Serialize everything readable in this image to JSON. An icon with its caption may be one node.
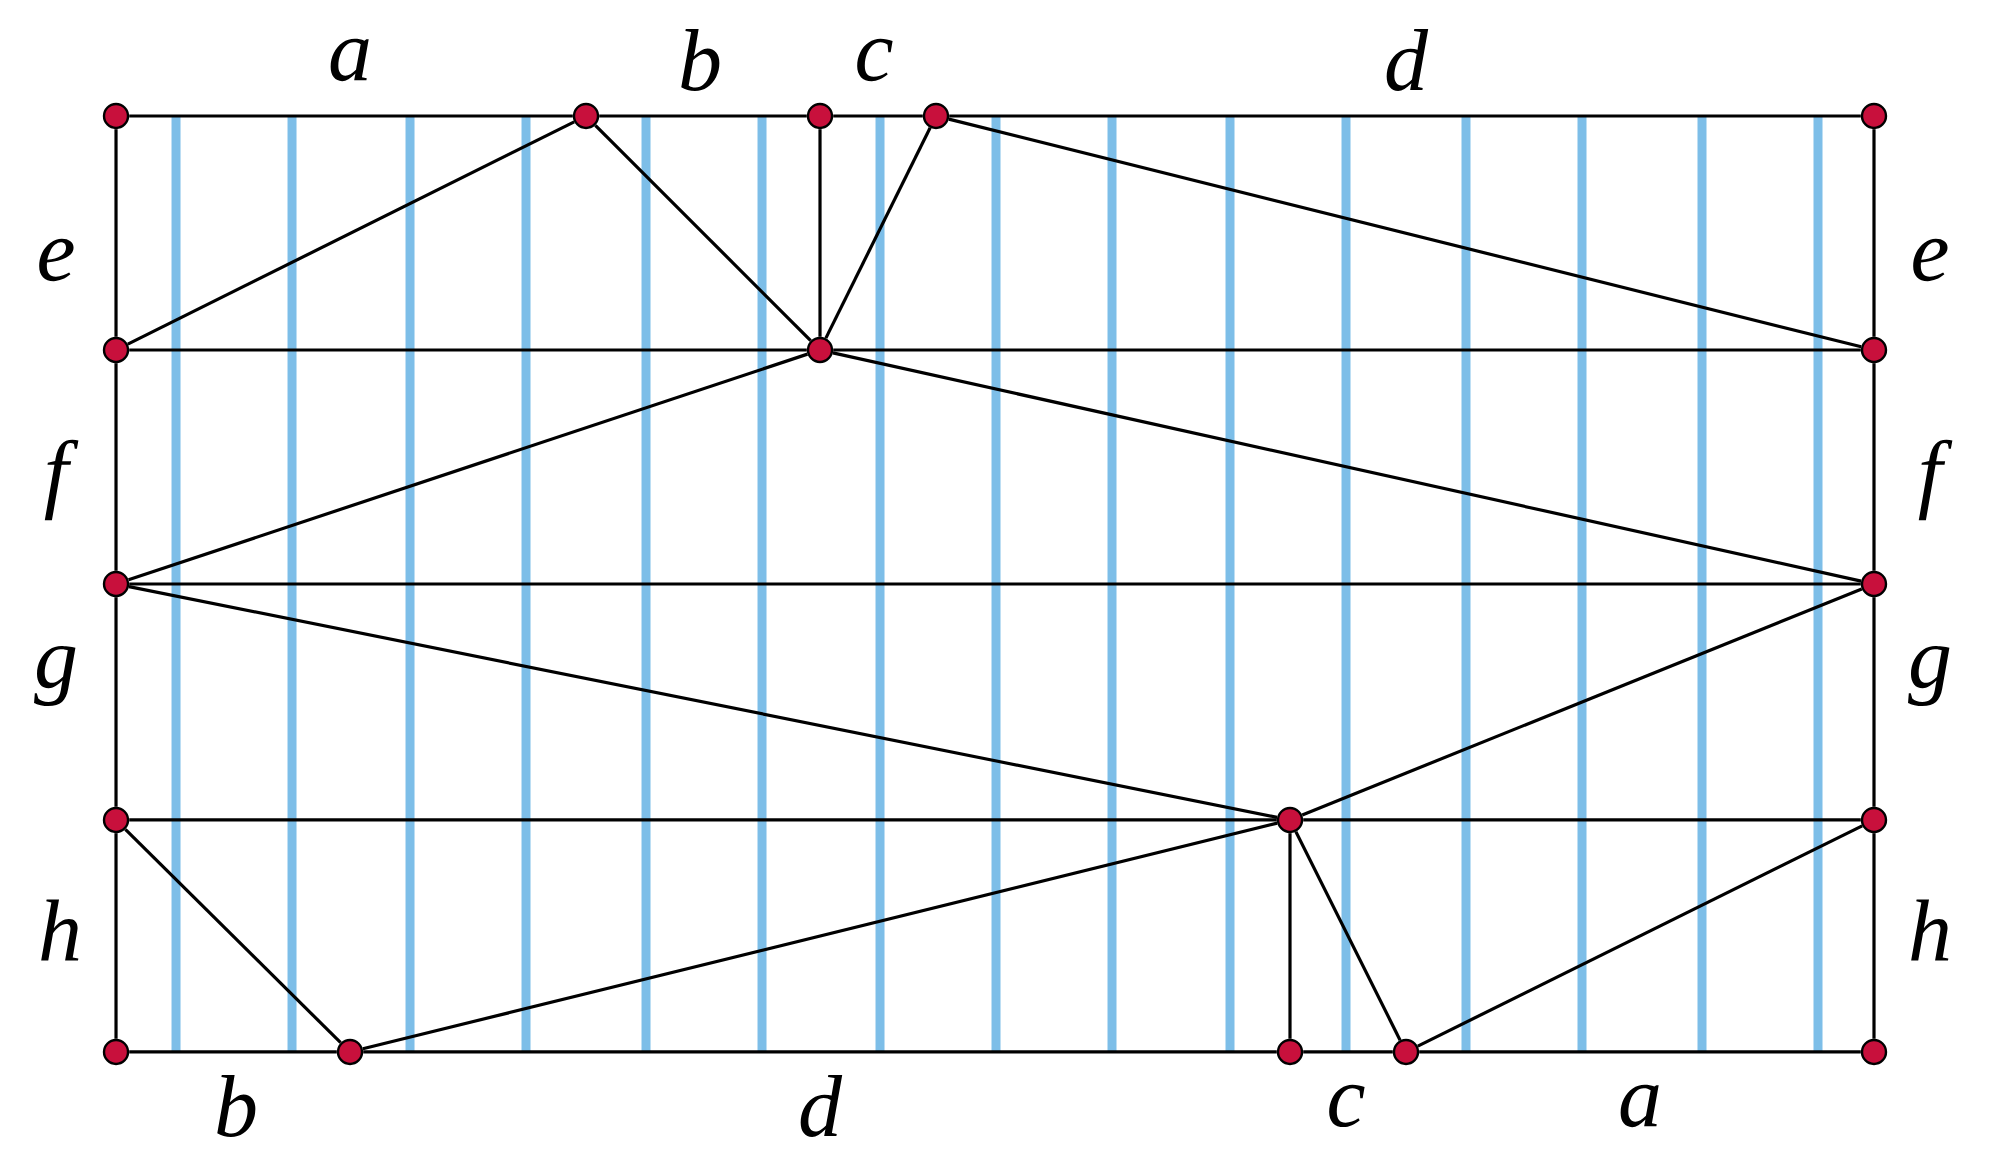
{
  "diagram": {
    "nodes": [
      {
        "text": [],
        "shape": "circle"
      },
      {
        "text": [],
        "shape": "circle"
      },
      {
        "text": [],
        "shape": "circle"
      },
      {
        "text": [],
        "shape": "circle"
      },
      {
        "text": [],
        "shape": "circle"
      },
      {
        "text": [],
        "shape": "circle"
      },
      {
        "text": [],
        "shape": "circle"
      },
      {
        "text": [],
        "shape": "circle"
      },
      {
        "text": [],
        "shape": "circle"
      },
      {
        "text": [],
        "shape": "circle"
      },
      {
        "text": [],
        "shape": "circle"
      },
      {
        "text": [],
        "shape": "circle"
      },
      {
        "text": [],
        "shape": "circle"
      },
      {
        "text": [],
        "shape": "circle"
      },
      {
        "text": [],
        "shape": "circle"
      },
      {
        "text": [],
        "shape": "circle"
      },
      {
        "text": [],
        "shape": "circle"
      },
      {
        "text": [],
        "shape": "circle"
      }
    ],
    "edges": [
      {
        "from": 0,
        "to": 1,
        "arrow": "none"
      },
      {
        "from": 1,
        "to": 2,
        "arrow": "none"
      },
      {
        "from": 2,
        "to": 3,
        "arrow": "none"
      },
      {
        "from": 3,
        "to": 4,
        "arrow": "none"
      },
      {
        "from": 13,
        "to": 14,
        "arrow": "none"
      },
      {
        "from": 14,
        "to": 15,
        "arrow": "none"
      },
      {
        "from": 15,
        "to": 16,
        "arrow": "none"
      },
      {
        "from": 16,
        "to": 17,
        "arrow": "none"
      },
      {
        "from": 0,
        "to": 5,
        "arrow": "none"
      },
      {
        "from": 5,
        "to": 8,
        "arrow": "none"
      },
      {
        "from": 8,
        "to": 10,
        "arrow": "none"
      },
      {
        "from": 10,
        "to": 13,
        "arrow": "none"
      },
      {
        "from": 4,
        "to": 7,
        "arrow": "none"
      },
      {
        "from": 7,
        "to": 9,
        "arrow": "none"
      },
      {
        "from": 9,
        "to": 12,
        "arrow": "none"
      },
      {
        "from": 12,
        "to": 17,
        "arrow": "none"
      },
      {
        "from": 5,
        "to": 6,
        "arrow": "none"
      },
      {
        "from": 6,
        "to": 7,
        "arrow": "none"
      },
      {
        "from": 8,
        "to": 9,
        "arrow": "none"
      },
      {
        "from": 10,
        "to": 11,
        "arrow": "none"
      },
      {
        "from": 11,
        "to": 12,
        "arrow": "none"
      },
      {
        "from": 5,
        "to": 1,
        "arrow": "none"
      },
      {
        "from": 1,
        "to": 6,
        "arrow": "none"
      },
      {
        "from": 2,
        "to": 6,
        "arrow": "none"
      },
      {
        "from": 3,
        "to": 6,
        "arrow": "none"
      },
      {
        "from": 3,
        "to": 7,
        "arrow": "none"
      },
      {
        "from": 6,
        "to": 8,
        "arrow": "none"
      },
      {
        "from": 6,
        "to": 9,
        "arrow": "none"
      },
      {
        "from": 8,
        "to": 11,
        "arrow": "none"
      },
      {
        "from": 9,
        "to": 11,
        "arrow": "none"
      },
      {
        "from": 10,
        "to": 14,
        "arrow": "none"
      },
      {
        "from": 14,
        "to": 11,
        "arrow": "none"
      },
      {
        "from": 11,
        "to": 15,
        "arrow": "none"
      },
      {
        "from": 11,
        "to": 16,
        "arrow": "none"
      },
      {
        "from": 16,
        "to": 12,
        "arrow": "none"
      }
    ],
    "labels": [
      "a",
      "b",
      "c",
      "d",
      "e",
      "e",
      "f",
      "f",
      "g",
      "g",
      "h",
      "h",
      "b",
      "d",
      "c",
      "a"
    ]
  }
}
